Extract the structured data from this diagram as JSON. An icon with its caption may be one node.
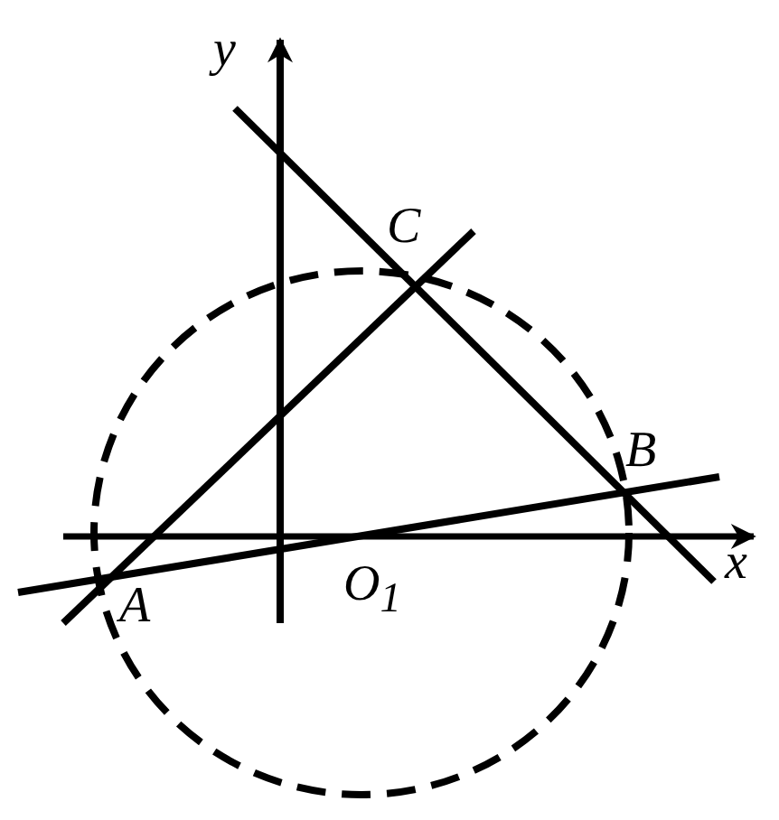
{
  "diagram": {
    "labels": [
      "y",
      "C",
      "B",
      "x",
      "A",
      "O$_{1}$"
    ]
  }
}
